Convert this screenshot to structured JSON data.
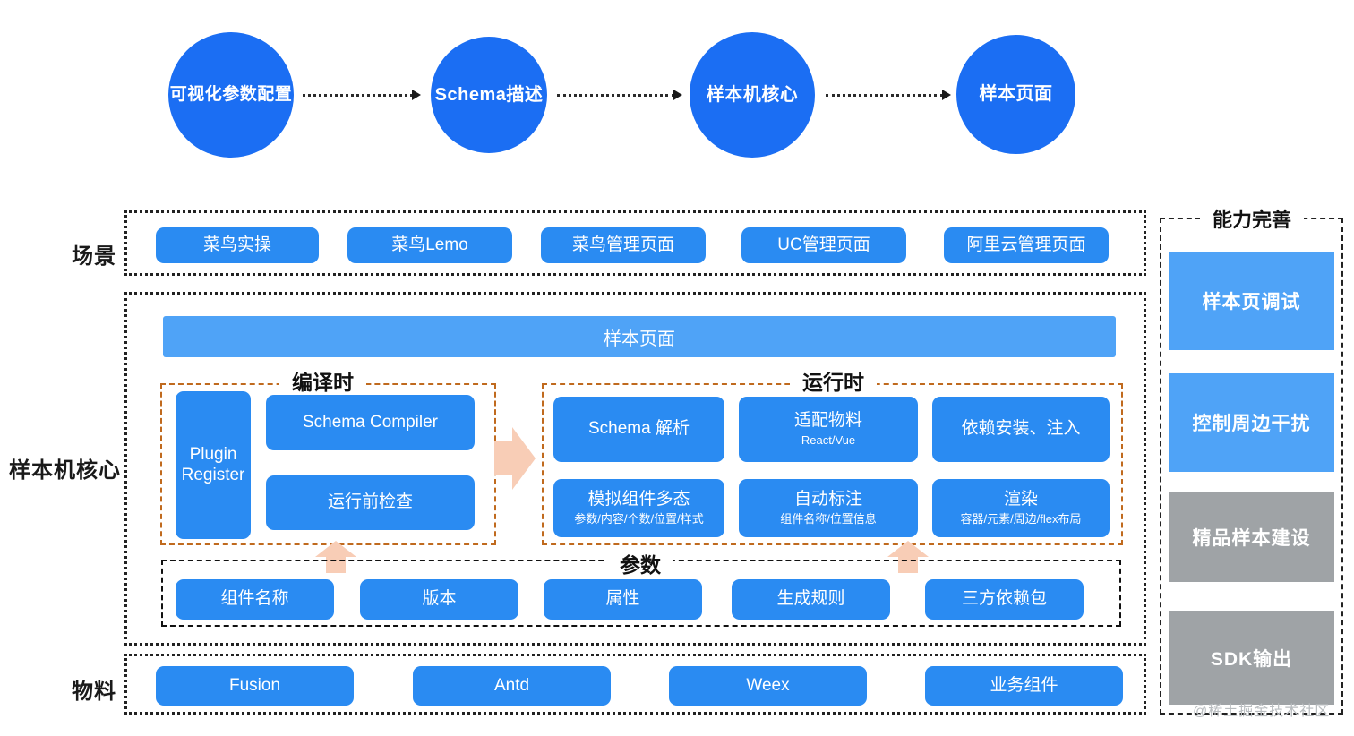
{
  "flow": {
    "steps": [
      {
        "label": "可视化参数配置"
      },
      {
        "label": "Schema描述"
      },
      {
        "label": "样本机核心"
      },
      {
        "label": "样本页面"
      }
    ]
  },
  "rows": {
    "scene_label": "场景",
    "core_label": "样本机核心",
    "material_label": "物料"
  },
  "scene": {
    "items": [
      {
        "label": "菜鸟实操"
      },
      {
        "label": "菜鸟Lemo"
      },
      {
        "label": "菜鸟管理页面"
      },
      {
        "label": "UC管理页面"
      },
      {
        "label": "阿里云管理页面"
      }
    ]
  },
  "core": {
    "banner": "样本页面",
    "compile": {
      "caption": "编译时",
      "plugin": "Plugin\nRegister",
      "plugin_line1": "Plugin",
      "plugin_line2": "Register",
      "items": [
        {
          "label": "Schema Compiler"
        },
        {
          "label": "运行前检查"
        }
      ]
    },
    "runtime": {
      "caption": "运行时",
      "items": [
        {
          "label": "Schema 解析",
          "sub": ""
        },
        {
          "label": "适配物料",
          "sub": "React/Vue"
        },
        {
          "label": "依赖安装、注入",
          "sub": ""
        },
        {
          "label": "模拟组件多态",
          "sub": "参数/内容/个数/位置/样式"
        },
        {
          "label": "自动标注",
          "sub": "组件名称/位置信息"
        },
        {
          "label": "渲染",
          "sub": "容器/元素/周边/flex布局"
        }
      ]
    },
    "params": {
      "caption": "参数",
      "items": [
        {
          "label": "组件名称"
        },
        {
          "label": "版本"
        },
        {
          "label": "属性"
        },
        {
          "label": "生成规则"
        },
        {
          "label": "三方依赖包"
        }
      ]
    }
  },
  "material": {
    "items": [
      {
        "label": "Fusion"
      },
      {
        "label": "Antd"
      },
      {
        "label": "Weex"
      },
      {
        "label": "业务组件"
      }
    ]
  },
  "capability": {
    "caption": "能力完善",
    "items": [
      {
        "label": "样本页调试",
        "tone": "blue"
      },
      {
        "label": "控制周边干扰",
        "tone": "blue"
      },
      {
        "label": "精品样本建设",
        "tone": "gray"
      },
      {
        "label": "SDK输出",
        "tone": "gray"
      }
    ]
  },
  "watermark": "@稀土掘金技术社区",
  "colors": {
    "primary_blue": "#1B6EF3",
    "pill_blue": "#2A8BF2",
    "light_blue": "#4FA3F7",
    "gray": "#9FA3A6",
    "peach": "#F8CDB6",
    "orange_dash": "#C06A1E"
  }
}
